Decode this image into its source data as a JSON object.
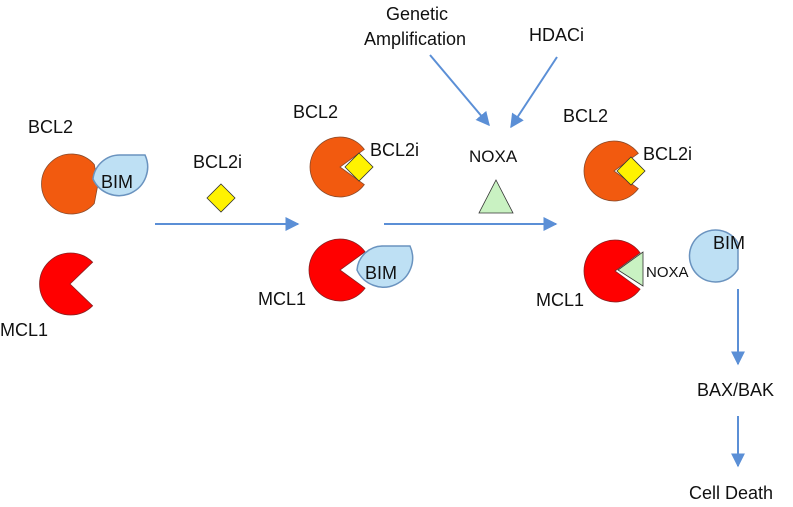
{
  "colors": {
    "bcl2": "#F25A0F",
    "mcl1": "#FF0000",
    "bim": "#BEE0F4",
    "bim_stroke": "#6A93BF",
    "noxa": "#C9F2C2",
    "inhibitor": "#FFF200",
    "arrow": "#5B8FD6"
  },
  "labels": {
    "stage1": {
      "bcl2": "BCL2",
      "bim": "BIM",
      "mcl1": "MCL1"
    },
    "drug": "BCL2i",
    "stage2": {
      "bcl2": "BCL2",
      "bcl2i": "BCL2i",
      "mcl1": "MCL1",
      "bim": "BIM"
    },
    "inducers": {
      "genetic_line1": "Genetic",
      "genetic_line2": "Amplification",
      "hdaci": "HDACi"
    },
    "noxa": "NOXA",
    "stage3": {
      "bcl2": "BCL2",
      "bcl2i": "BCL2i",
      "mcl1": "MCL1",
      "noxa": "NOXA",
      "bim": "BIM"
    },
    "bax_bak": "BAX/BAK",
    "cell_death": "Cell Death"
  }
}
